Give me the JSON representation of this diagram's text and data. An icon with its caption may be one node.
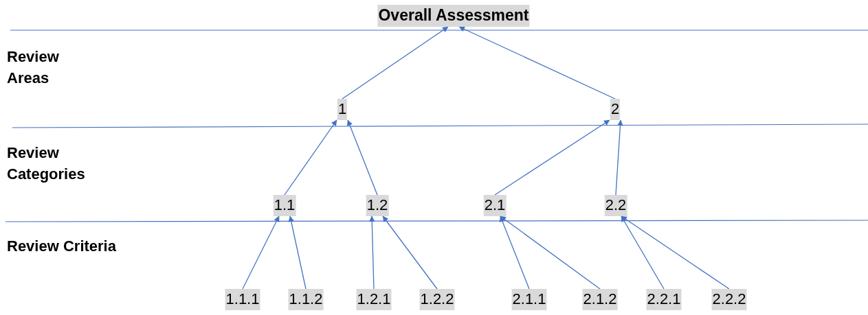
{
  "diagram": {
    "nodes": [
      {
        "text": [
          "Overall Assessment"
        ]
      },
      {
        "text": [
          "1"
        ]
      },
      {
        "text": [
          "2"
        ]
      },
      {
        "text": [
          "1.1"
        ]
      },
      {
        "text": [
          "1.2"
        ]
      },
      {
        "text": [
          "2.1"
        ]
      },
      {
        "text": [
          "2.2"
        ]
      },
      {
        "text": [
          "1.1.1"
        ]
      },
      {
        "text": [
          "1.1.2"
        ]
      },
      {
        "text": [
          "1.2.1"
        ]
      },
      {
        "text": [
          "1.2.2"
        ]
      },
      {
        "text": [
          "2.1.1"
        ]
      },
      {
        "text": [
          "2.1.2"
        ]
      },
      {
        "text": [
          "2.2.1"
        ]
      },
      {
        "text": [
          "2.2.2"
        ]
      }
    ],
    "edges": [
      {
        "from": 1,
        "to": 0,
        "arrow": "to"
      },
      {
        "from": 2,
        "to": 0,
        "arrow": "to"
      },
      {
        "from": 3,
        "to": 1,
        "arrow": "to"
      },
      {
        "from": 4,
        "to": 1,
        "arrow": "to"
      },
      {
        "from": 5,
        "to": 2,
        "arrow": "to"
      },
      {
        "from": 6,
        "to": 2,
        "arrow": "to"
      },
      {
        "from": 7,
        "to": 3,
        "arrow": "to"
      },
      {
        "from": 8,
        "to": 3,
        "arrow": "to"
      },
      {
        "from": 9,
        "to": 4,
        "arrow": "to"
      },
      {
        "from": 10,
        "to": 4,
        "arrow": "to"
      },
      {
        "from": 11,
        "to": 5,
        "arrow": "to"
      },
      {
        "from": 12,
        "to": 5,
        "arrow": "to"
      },
      {
        "from": 13,
        "to": 6,
        "arrow": "to"
      },
      {
        "from": 14,
        "to": 6,
        "arrow": "to"
      }
    ],
    "labels": [
      "Review Areas",
      "Review Categories",
      "Review Criteria"
    ]
  }
}
